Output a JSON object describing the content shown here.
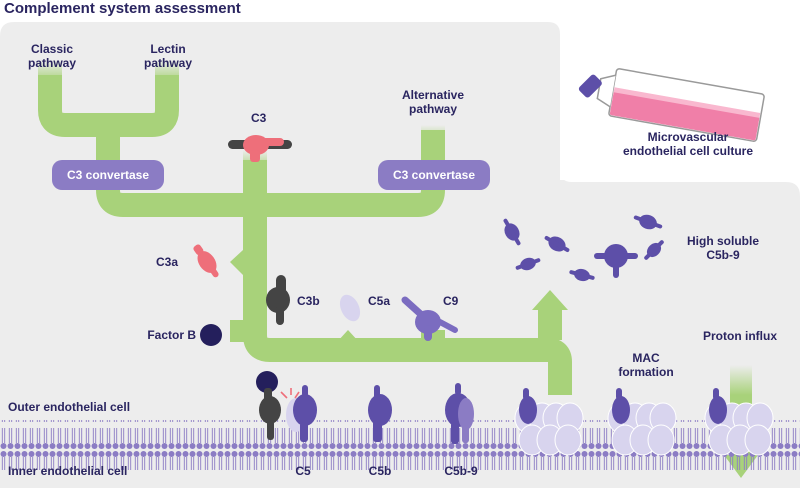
{
  "title": "Complement system assessment",
  "pathways": {
    "classic": "Classic\npathway",
    "lectin": "Lectin\npathway",
    "alternative": "Alternative\npathway"
  },
  "convertase": {
    "left": "C3 convertase",
    "right": "C3 convertase"
  },
  "molecules": {
    "c3": "C3",
    "c3a": "C3a",
    "c3b": "C3b",
    "c5a": "C5a",
    "c9": "C9",
    "factor_b": "Factor B",
    "c5": "C5",
    "c5b": "C5b",
    "c5b9": "C5b-9"
  },
  "culture": "Microvascular\nendothelial cell culture",
  "soluble": "High soluble\nC5b-9",
  "mac": "MAC\nformation",
  "proton": "Proton influx",
  "membrane": {
    "outer": "Outer endothelial cell",
    "inner": "Inner endothelial cell"
  },
  "colors": {
    "panel": "#ededed",
    "pathway": "#a8d27a",
    "convertase": "#8b7cc4",
    "complement_purple": "#5d4fa8",
    "light_purple": "#c7c1e6",
    "c3_pink": "#ee6f7a",
    "dark_grey": "#444444",
    "factor_b": "#241f5c",
    "flask_pink": "#f07fa8"
  }
}
